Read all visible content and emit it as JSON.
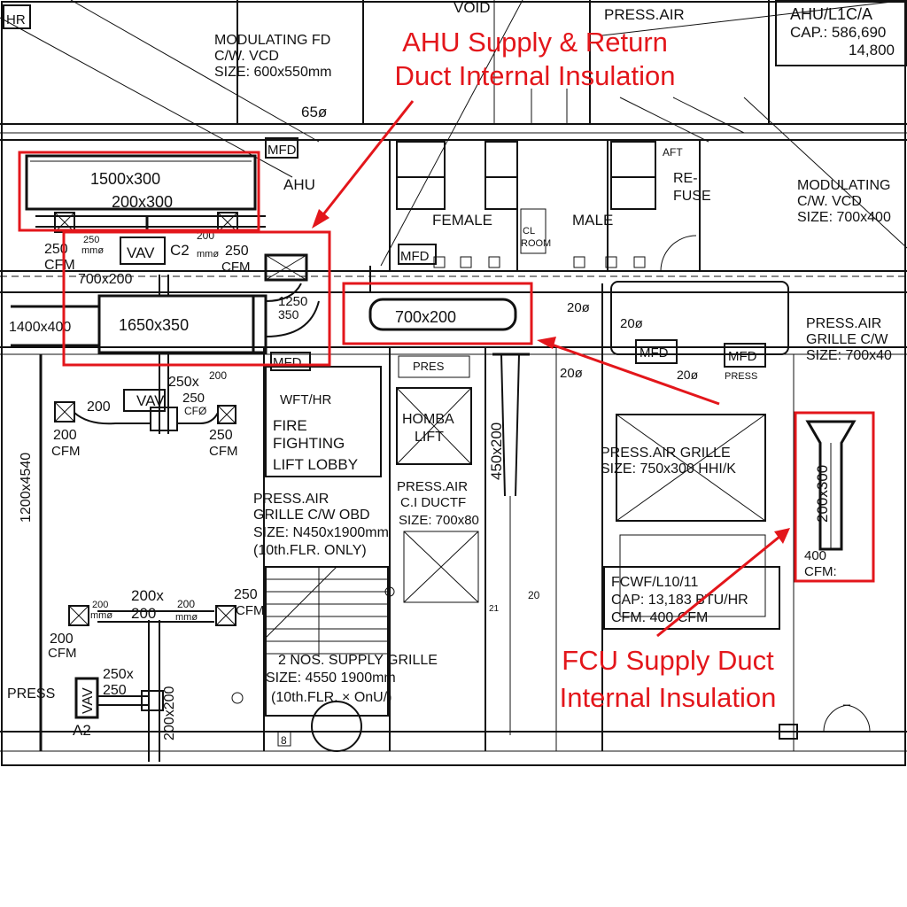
{
  "colors": {
    "annotation": "#e3161b",
    "ink": "#111111",
    "paper": "#ffffff"
  },
  "annotations": {
    "ahu_line1": "AHU Supply & Return",
    "ahu_line2": "Duct Internal Insulation",
    "fcu_line1": "FCU Supply Duct",
    "fcu_line2": "Internal Insulation"
  },
  "labels": {
    "hr": "HR",
    "void": "VOID",
    "press_air_top": "PRESS.AIR",
    "ahu_tag_1": "AHU/L1C/A",
    "ahu_tag_2": "CAP.: 586,690",
    "ahu_tag_3": "14,800",
    "mod_fd_1": "MODULATING FD",
    "mod_fd_2": "C/W. VCD",
    "mod_fd_3": "SIZE: 600x550mm",
    "d65": "65ø",
    "mfd_top": "MFD",
    "ahu_room": "AHU",
    "duct_1500": "1500x300",
    "duct_200x300": "200x300",
    "female": "FEMALE",
    "male": "MALE",
    "cl_room_1": "CL",
    "cl_room_2": "ROOM",
    "mfd_mid": "MFD",
    "aft": "AFT",
    "refuse_1": "RE-",
    "refuse_2": "FUSE",
    "mod_right_1": "MODULATING",
    "mod_right_2": "C/W. VCD",
    "mod_right_3": "SIZE: 700x400",
    "d250_a": "250",
    "d250_cfm_a": "CFM",
    "mm_a": "250",
    "mm_a2": "mmø",
    "vav_1": "VAV",
    "c2": "C2",
    "d200_250": "200",
    "mm_b": "mmø",
    "d250_b": "250",
    "cfm_b": "CFM",
    "duct_700_left": "700x200",
    "duct_1650": "1650x350",
    "duct_1400": "1400x400",
    "duct_1250a": "1250",
    "duct_1250b": "350",
    "mfd_lower": "MFD",
    "duct_700_center": "700x200",
    "d20_1": "20ø",
    "d20_2": "20ø",
    "d20_3": "20ø",
    "d20_4": "20ø",
    "mfd_r1": "MFD",
    "mfd_r2": "MFD",
    "press_small": "PRESS",
    "press_grille_r_1": "PRESS.AIR",
    "press_grille_r_2": "GRILLE C/W",
    "press_grille_r_3": "SIZE: 700x40",
    "d200_left": "200",
    "d200_cfm_1": "200",
    "d200_cfm_2": "CFM",
    "vav_2": "VAV",
    "d250x200_1": "250x",
    "d250x200_2": "200",
    "d250_c": "250",
    "cfm_c": "CFØ",
    "d250_d": "250",
    "cfm_d": "CFM",
    "wft_hr": "WFT/HR",
    "fire_1": "FIRE",
    "fire_2": "FIGHTING",
    "fire_3": "LIFT LOBBY",
    "pres_box": "PRES",
    "homba_1": "HOMBA",
    "homba_2": "LIFT",
    "duct_450x200": "450x200",
    "press_grille_r2_1": "PRESS.AIR GRILLE",
    "press_grille_r2_2": "SIZE: 750x300 HHI/K",
    "duct_200x300_r": "200x300",
    "duct_1200x4540": "1200x4540",
    "press_grille_obd_1": "PRESS.AIR",
    "press_grille_obd_2": "GRILLE C/W OBD",
    "press_grille_obd_3": "SIZE: N450x1900mm",
    "press_grille_obd_4": "(10th.FLR. ONLY)",
    "press_cl_1": "PRESS.AIR",
    "press_cl_2": "C.I DUCTF",
    "press_cl_3": "SIZE: 700x80",
    "fcu_tag_1": "FCWF/L10/11",
    "fcu_tag_2": "CAP: 13,183 BTU/HR",
    "fcu_tag_3": "CFM. 400 CFM",
    "d400_1": "400",
    "d400_2": "CFM:",
    "d200x200_1": "200x",
    "d200x200_2": "200",
    "d200_l2": "200",
    "mm_l2": "mmø",
    "d200_r2": "200",
    "mm_r2": "mmø",
    "d250_cfm_e": "250",
    "cfm_e": "CFM",
    "d200_cfm_f1": "200",
    "d200_cfm_f2": "CFM",
    "supply_grille_1": "2 NOS. SUPPLY GRILLE",
    "supply_grille_2": "SIZE: 4550 1900mm",
    "supply_grille_3": "(10th.FLR. × OnU/)",
    "press_left": "PRESS",
    "d250x250_1": "250x",
    "d250x250_2": "250",
    "vav_3": "VAV",
    "a2": "A2",
    "d200x200_v": "200x200",
    "n8": "8",
    "n20": "20",
    "n21": "21"
  }
}
